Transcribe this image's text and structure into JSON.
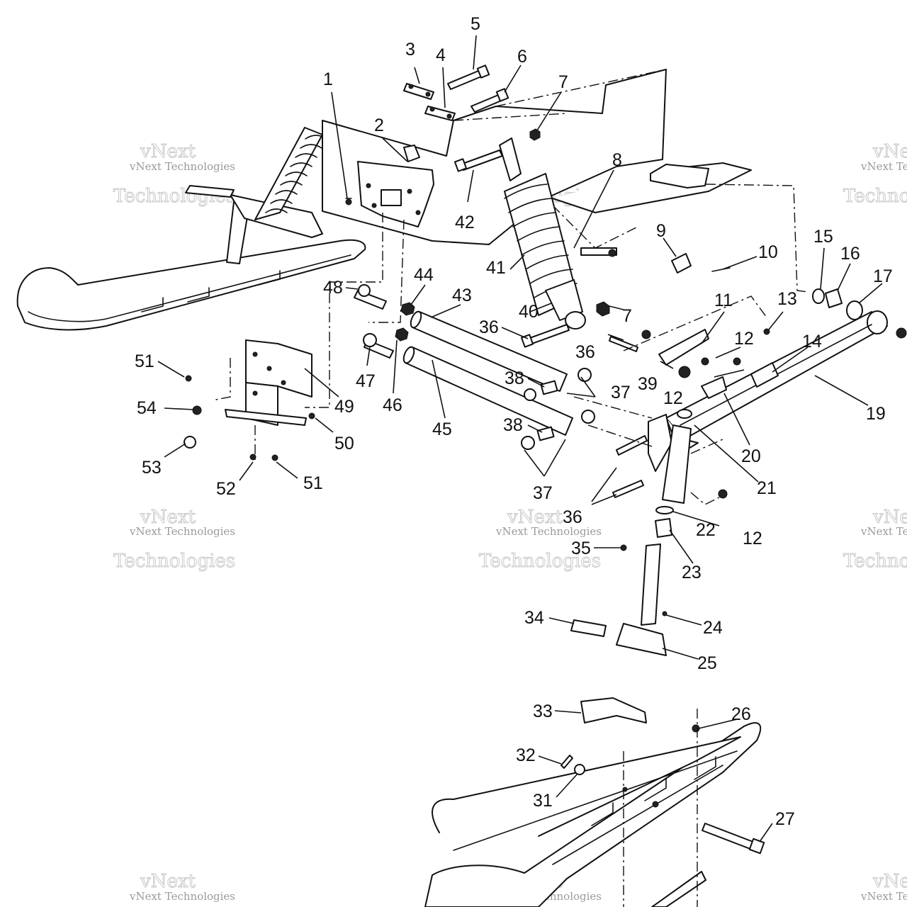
{
  "watermark": {
    "line1": "vNext",
    "line2": "Technologies",
    "small": "vNext Technologies"
  },
  "callouts": [
    "1",
    "2",
    "3",
    "4",
    "5",
    "6",
    "7",
    "7",
    "8",
    "9",
    "10",
    "11",
    "12",
    "12",
    "12",
    "12",
    "13",
    "14",
    "15",
    "16",
    "17",
    "19",
    "20",
    "21",
    "22",
    "23",
    "24",
    "25",
    "26",
    "27",
    "31",
    "32",
    "33",
    "34",
    "35",
    "36",
    "36",
    "36",
    "36",
    "37",
    "37",
    "38",
    "38",
    "39",
    "40",
    "41",
    "42",
    "43",
    "44",
    "45",
    "46",
    "47",
    "48",
    "49",
    "50",
    "51",
    "51",
    "52",
    "53",
    "54"
  ]
}
